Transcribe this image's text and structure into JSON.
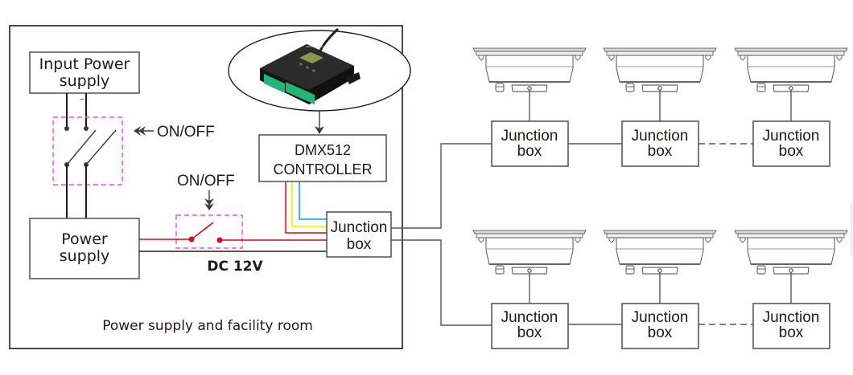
{
  "diagram": {
    "facility_room": {
      "caption": "Power supply and facility room",
      "input_power": {
        "line1": "Input Power",
        "line2": "supply",
        "ac_symbol": "~"
      },
      "main_switch": {
        "label": "ON/OFF",
        "arrow_icon": "double-arrow-left"
      },
      "power_supply": {
        "line1": "Power",
        "line2": "supply"
      },
      "dc_switch": {
        "label": "ON/OFF",
        "arrow_icon": "double-arrow-down"
      },
      "dc_label": "DC 12V",
      "controller": {
        "line1": "DMX512",
        "line2": "CONTROLLER",
        "image_title": "LED CONTROLLER"
      },
      "junction_box": {
        "line1": "Junction",
        "line2": "box"
      }
    },
    "signal_wire_colors": {
      "red": "#e60012",
      "yellow": "#fff100",
      "blue": "#00a0e9",
      "black": "#231815"
    },
    "switch_highlight_color": "#e94be8",
    "fixture_rows": [
      {
        "row": "top",
        "junction_boxes": [
          {
            "line1": "Junction",
            "line2": "box"
          },
          {
            "line1": "Junction",
            "line2": "box"
          },
          {
            "line1": "Junction",
            "line2": "box"
          }
        ],
        "fixture_count": 3
      },
      {
        "row": "bottom",
        "junction_boxes": [
          {
            "line1": "Junction",
            "line2": "box"
          },
          {
            "line1": "Junction",
            "line2": "box"
          },
          {
            "line1": "Junction",
            "line2": "box"
          }
        ],
        "fixture_count": 3
      }
    ]
  }
}
